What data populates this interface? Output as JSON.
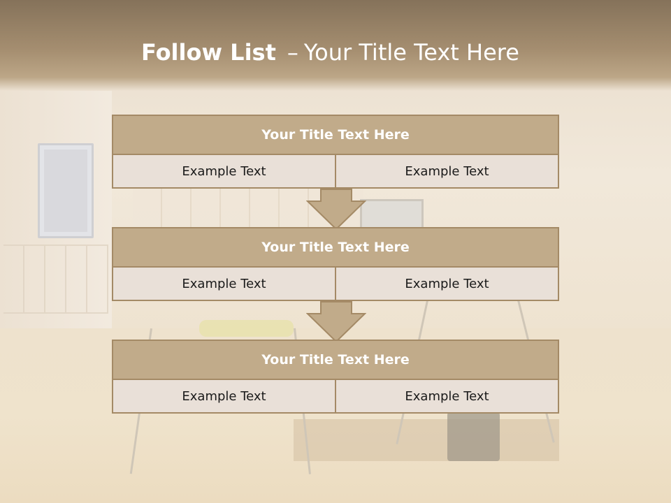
{
  "slide": {
    "title_bold": "Follow List",
    "title_separator": "–",
    "title_rest": "Your Title Text Here"
  },
  "colors": {
    "title_bar": "#a58e70",
    "header_fill": "#c1ab8a",
    "border": "#a48a66",
    "cell_fill": "#e9e0d8",
    "arrow_fill": "#c1ab8a"
  },
  "blocks": [
    {
      "title": "Your Title Text Here",
      "cells": [
        "Example Text",
        "Example Text"
      ]
    },
    {
      "title": "Your Title Text Here",
      "cells": [
        "Example Text",
        "Example Text"
      ]
    },
    {
      "title": "Your Title Text Here",
      "cells": [
        "Example Text",
        "Example Text"
      ]
    }
  ],
  "arrows": [
    {
      "icon": "down-arrow-icon"
    },
    {
      "icon": "down-arrow-icon"
    }
  ]
}
